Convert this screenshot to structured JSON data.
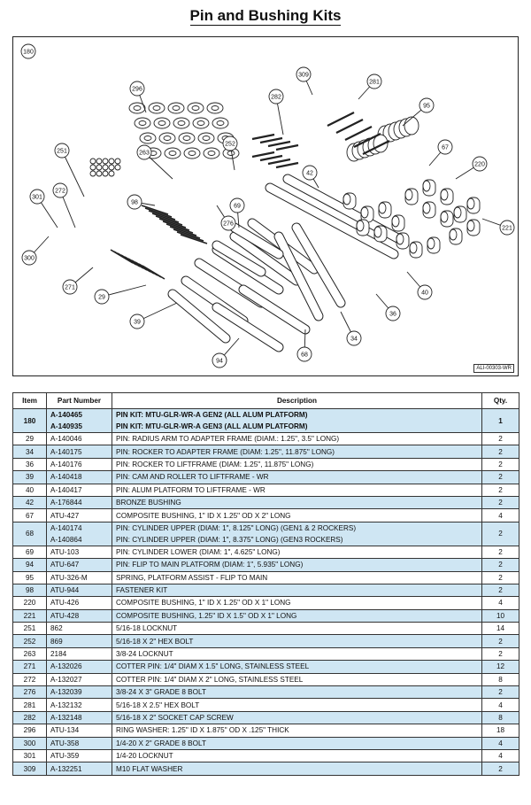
{
  "page": {
    "title": "Pin and Bushing Kits"
  },
  "figure": {
    "code": "ALI-00303-WR",
    "callouts": [
      "180",
      "296",
      "309",
      "281",
      "95",
      "282",
      "252",
      "263",
      "251",
      "67",
      "220",
      "42",
      "98",
      "301",
      "272",
      "276",
      "69",
      "221",
      "300",
      "271",
      "29",
      "40",
      "39",
      "36",
      "94",
      "68",
      "34"
    ]
  },
  "table": {
    "headers": {
      "item": "Item",
      "part": "Part Number",
      "desc": "Description",
      "qty": "Qty."
    },
    "rows": [
      {
        "item": "180",
        "parts": [
          "A-140465",
          "A-140935"
        ],
        "descs": [
          "PIN KIT: MTU-GLR-WR-A GEN2 (ALL ALUM PLATFORM)",
          "PIN KIT: MTU-GLR-WR-A GEN3 (ALL ALUM PLATFORM)"
        ],
        "qty": "1"
      },
      {
        "item": "29",
        "parts": [
          "A-140046"
        ],
        "descs": [
          "PIN: RADIUS ARM TO ADAPTER FRAME (DIAM.: 1.25\", 3.5\" LONG)"
        ],
        "qty": "2"
      },
      {
        "item": "34",
        "parts": [
          "A-140175"
        ],
        "descs": [
          "PIN: ROCKER TO ADAPTER FRAME (DIAM: 1.25\", 11.875\" LONG)"
        ],
        "qty": "2"
      },
      {
        "item": "36",
        "parts": [
          "A-140176"
        ],
        "descs": [
          "PIN: ROCKER TO LIFTFRAME (DIAM: 1.25\", 11.875\" LONG)"
        ],
        "qty": "2"
      },
      {
        "item": "39",
        "parts": [
          "A-140418"
        ],
        "descs": [
          "PIN: CAM AND ROLLER TO LIFTFRAME - WR"
        ],
        "qty": "2"
      },
      {
        "item": "40",
        "parts": [
          "A-140417"
        ],
        "descs": [
          "PIN: ALUM PLATFORM TO LIFTFRAME - WR"
        ],
        "qty": "2"
      },
      {
        "item": "42",
        "parts": [
          "A-176844"
        ],
        "descs": [
          "BRONZE BUSHING"
        ],
        "qty": "2"
      },
      {
        "item": "67",
        "parts": [
          "ATU-427"
        ],
        "descs": [
          "COMPOSITE BUSHING, 1\" ID X 1.25\" OD X 2\" LONG"
        ],
        "qty": "4"
      },
      {
        "item": "68",
        "parts": [
          "A-140174",
          "A-140864"
        ],
        "descs": [
          "PIN: CYLINDER UPPER (DIAM: 1\", 8.125\" LONG) (GEN1 & 2 ROCKERS)",
          "PIN: CYLINDER UPPER (DIAM: 1\", 8.375\" LONG) (GEN3 ROCKERS)"
        ],
        "qty": "2"
      },
      {
        "item": "69",
        "parts": [
          "ATU-103"
        ],
        "descs": [
          "PIN: CYLINDER LOWER (DIAM: 1\", 4.625\" LONG)"
        ],
        "qty": "2"
      },
      {
        "item": "94",
        "parts": [
          "ATU-647"
        ],
        "descs": [
          "PIN: FLIP TO MAIN PLATFORM (DIAM: 1\", 5.935\" LONG)"
        ],
        "qty": "2"
      },
      {
        "item": "95",
        "parts": [
          "ATU-326-M"
        ],
        "descs": [
          "SPRING, PLATFORM ASSIST - FLIP TO  MAIN"
        ],
        "qty": "2"
      },
      {
        "item": "98",
        "parts": [
          "ATU-944"
        ],
        "descs": [
          "FASTENER KIT"
        ],
        "qty": "2"
      },
      {
        "item": "220",
        "parts": [
          "ATU-426"
        ],
        "descs": [
          "COMPOSITE BUSHING, 1\" ID X 1.25\" OD X 1\" LONG"
        ],
        "qty": "4"
      },
      {
        "item": "221",
        "parts": [
          "ATU-428"
        ],
        "descs": [
          "COMPOSITE BUSHING, 1.25\" ID X 1.5\" OD X 1\" LONG"
        ],
        "qty": "10"
      },
      {
        "item": "251",
        "parts": [
          "862"
        ],
        "descs": [
          "5/16-18 LOCKNUT"
        ],
        "qty": "14"
      },
      {
        "item": "252",
        "parts": [
          "869"
        ],
        "descs": [
          "5/16-18 X 2\" HEX BOLT"
        ],
        "qty": "2"
      },
      {
        "item": "263",
        "parts": [
          "2184"
        ],
        "descs": [
          "3/8-24 LOCKNUT"
        ],
        "qty": "2"
      },
      {
        "item": "271",
        "parts": [
          "A-132026"
        ],
        "descs": [
          "COTTER PIN: 1/4\" DIAM X 1.5\" LONG, STAINLESS STEEL"
        ],
        "qty": "12"
      },
      {
        "item": "272",
        "parts": [
          "A-132027"
        ],
        "descs": [
          "COTTER PIN: 1/4\" DIAM X 2\" LONG, STAINLESS STEEL"
        ],
        "qty": "8"
      },
      {
        "item": "276",
        "parts": [
          "A-132039"
        ],
        "descs": [
          "3/8-24 X 3\" GRADE 8 BOLT"
        ],
        "qty": "2"
      },
      {
        "item": "281",
        "parts": [
          "A-132132"
        ],
        "descs": [
          "5/16-18 X 2.5\" HEX BOLT"
        ],
        "qty": "4"
      },
      {
        "item": "282",
        "parts": [
          "A-132148"
        ],
        "descs": [
          "5/16-18 X 2\" SOCKET CAP SCREW"
        ],
        "qty": "8"
      },
      {
        "item": "296",
        "parts": [
          "ATU-134"
        ],
        "descs": [
          "RING WASHER: 1.25\" ID X 1.875\" OD X .125\" THICK"
        ],
        "qty": "18"
      },
      {
        "item": "300",
        "parts": [
          "ATU-358"
        ],
        "descs": [
          "1/4-20 X 2\" GRADE 8 BOLT"
        ],
        "qty": "4"
      },
      {
        "item": "301",
        "parts": [
          "ATU-359"
        ],
        "descs": [
          "1/4-20 LOCKNUT"
        ],
        "qty": "4"
      },
      {
        "item": "309",
        "parts": [
          "A-132251"
        ],
        "descs": [
          "M10 FLAT WASHER"
        ],
        "qty": "2"
      }
    ]
  },
  "colors": {
    "highlight": "#cfe6f3",
    "line": "#333333"
  }
}
